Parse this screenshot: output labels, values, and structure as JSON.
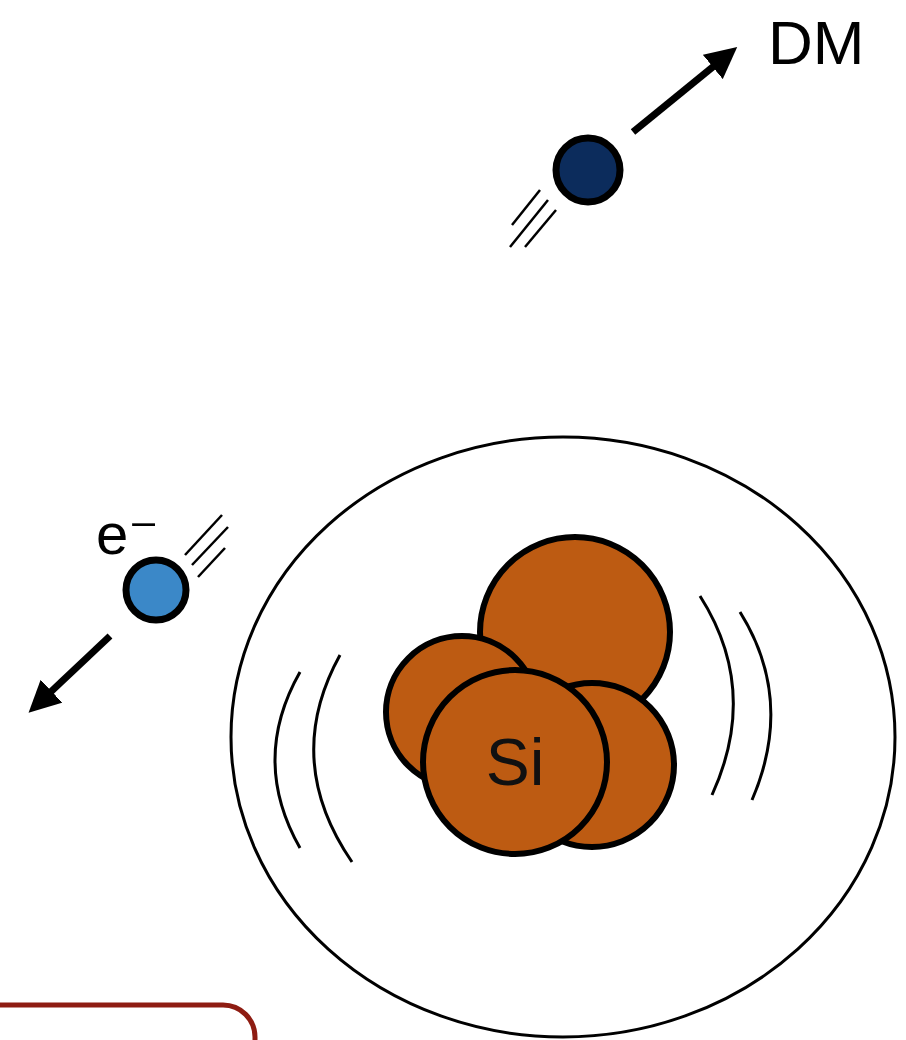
{
  "diagram": {
    "nodes": [
      {
        "text": [
          "Si"
        ]
      }
    ],
    "labels": [
      "DM",
      "e⁻"
    ]
  }
}
